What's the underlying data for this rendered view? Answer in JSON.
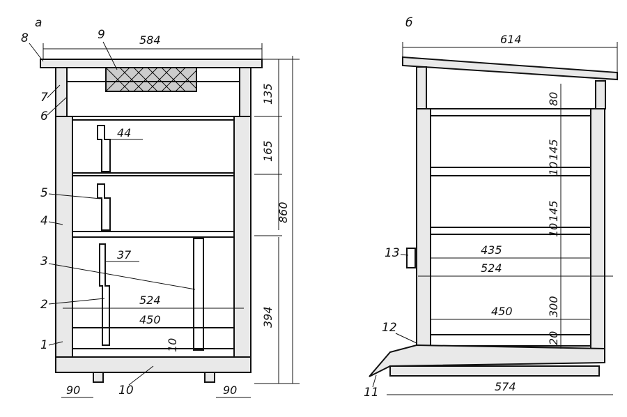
{
  "view_a": {
    "letter": "а",
    "callouts": [
      "1",
      "2",
      "3",
      "4",
      "5",
      "6",
      "7",
      "8",
      "9",
      "10"
    ],
    "dims": {
      "width_top": "584",
      "roof_h": "135",
      "hanger_w": "44",
      "upper_h": "165",
      "total_h": "860",
      "hanger2_w": "37",
      "frame_outer": "524",
      "frame_inner": "450",
      "lower_h": "394",
      "bottom_gap": "10",
      "left_leg": "90",
      "right_leg": "90"
    }
  },
  "view_b": {
    "letter": "б",
    "callouts": [
      "11",
      "12",
      "13"
    ],
    "dims": {
      "width_top": "614",
      "roof_h": "80",
      "ext1_h": "145",
      "gap1": "10",
      "ext2_h": "145",
      "gap2": "10",
      "frame_top": "435",
      "frame_outer": "524",
      "frame_inner": "450",
      "body_h": "300",
      "bottom_h": "20",
      "base_w": "574"
    }
  }
}
